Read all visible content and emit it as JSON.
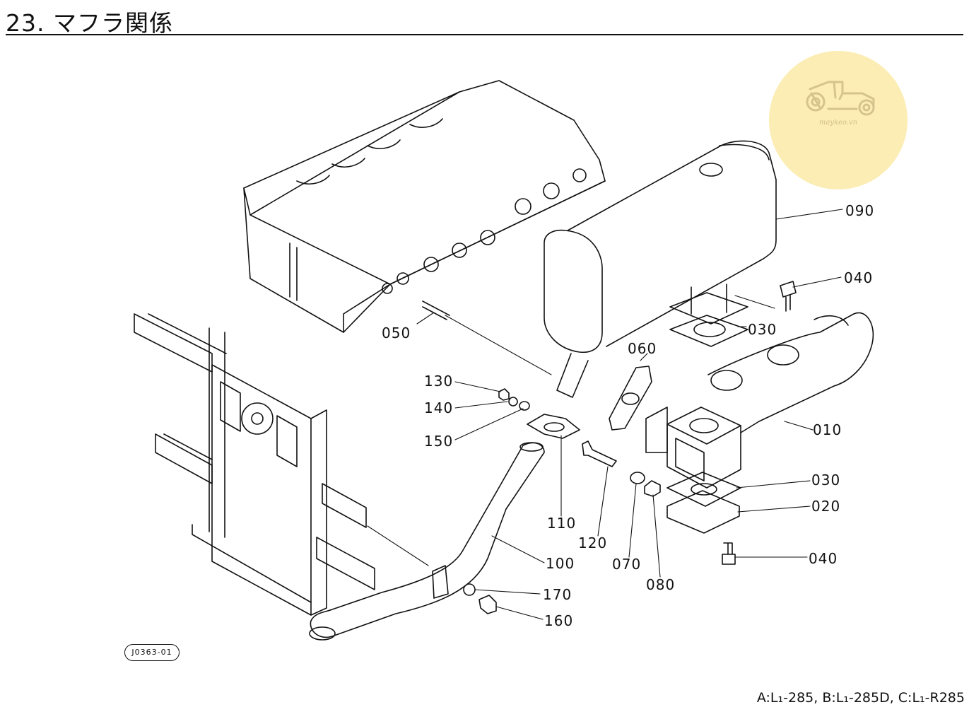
{
  "header": {
    "title": "23. マフラ関係"
  },
  "logo": {
    "text": "maykeo.vn",
    "icon": "tractor-icon"
  },
  "parts": [
    {
      "number": "090",
      "name": "muffler"
    },
    {
      "number": "040",
      "name": "bolt-upper"
    },
    {
      "number": "030",
      "name": "gasket-upper"
    },
    {
      "number": "060",
      "name": "gasket-flange"
    },
    {
      "number": "050",
      "name": "stud"
    },
    {
      "number": "010",
      "name": "exhaust-manifold"
    },
    {
      "number": "130",
      "name": "nut"
    },
    {
      "number": "140",
      "name": "lock-washer"
    },
    {
      "number": "150",
      "name": "washer"
    },
    {
      "number": "110",
      "name": "flange-gasket"
    },
    {
      "number": "120",
      "name": "bolt"
    },
    {
      "number": "070",
      "name": "washer-lower"
    },
    {
      "number": "080",
      "name": "nut-lower"
    },
    {
      "number": "030",
      "name": "gasket-lower"
    },
    {
      "number": "020",
      "name": "flange-plate"
    },
    {
      "number": "040",
      "name": "bolt-lower"
    },
    {
      "number": "100",
      "name": "tail-pipe"
    },
    {
      "number": "170",
      "name": "washer-clamp"
    },
    {
      "number": "160",
      "name": "bolt-clamp"
    }
  ],
  "drawing_code": "J0363-01",
  "models": "A:L₁-285, B:L₁-285D, C:L₁-R285"
}
